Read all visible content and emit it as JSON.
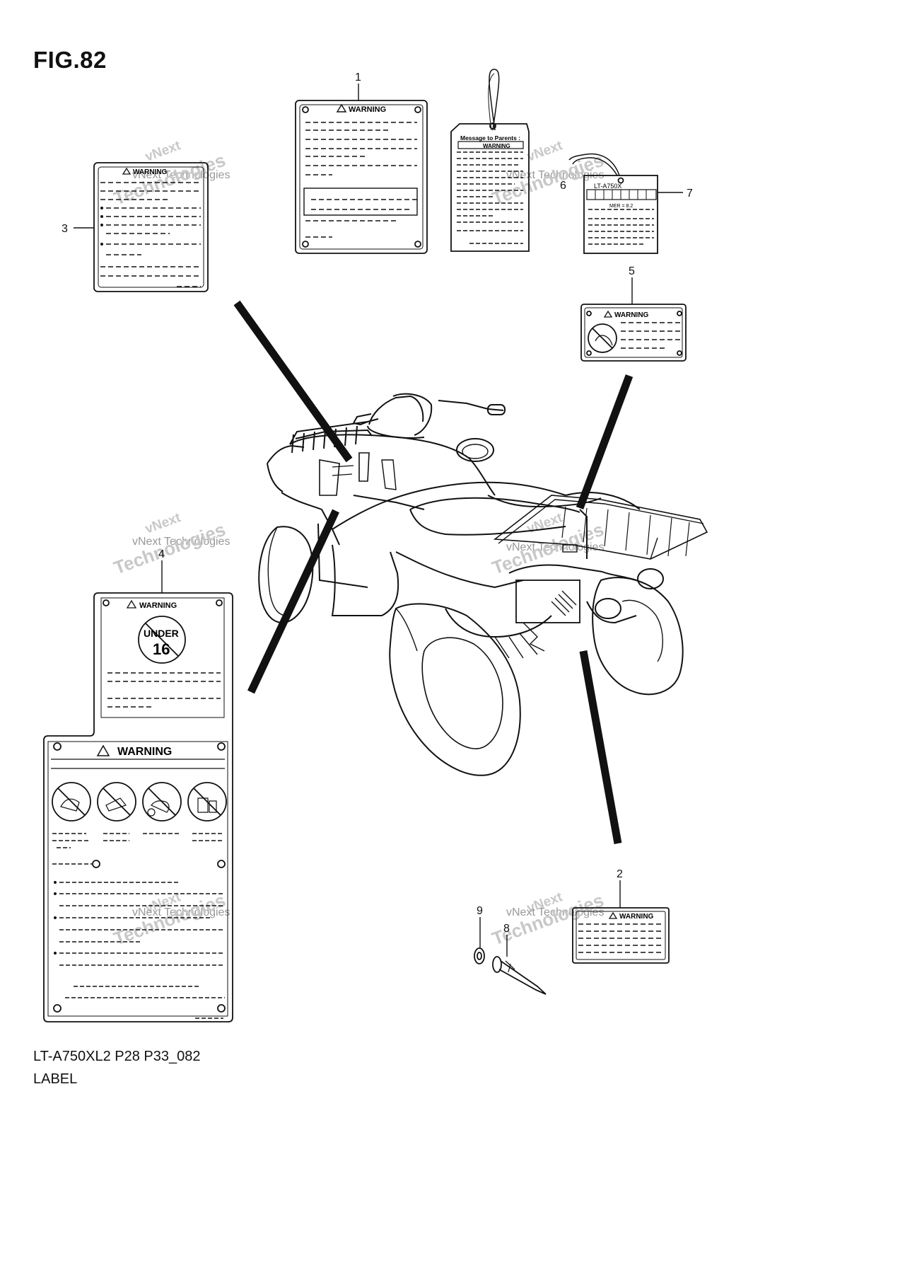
{
  "figure": {
    "title": "FIG.82",
    "model_code": "LT-A750XL2 P28 P33_082",
    "name": "LABEL"
  },
  "callouts": [
    "1",
    "2",
    "3",
    "4",
    "5",
    "6",
    "7",
    "8",
    "9"
  ],
  "labels": {
    "warning_text": "WARNING",
    "parents_tag_heading": "Message to Parents :",
    "model_tag_text": "LT-A750X",
    "model_tag_sub": "MER = 8.2",
    "age_badge_top": "UNDER",
    "age_badge_num": "16"
  },
  "watermark": {
    "line1": "vNext",
    "line2": "vNext Technologies",
    "line3": "Technologies"
  },
  "colors": {
    "line": "#111111",
    "watermark": "#c8c8c8",
    "background": "#ffffff"
  }
}
